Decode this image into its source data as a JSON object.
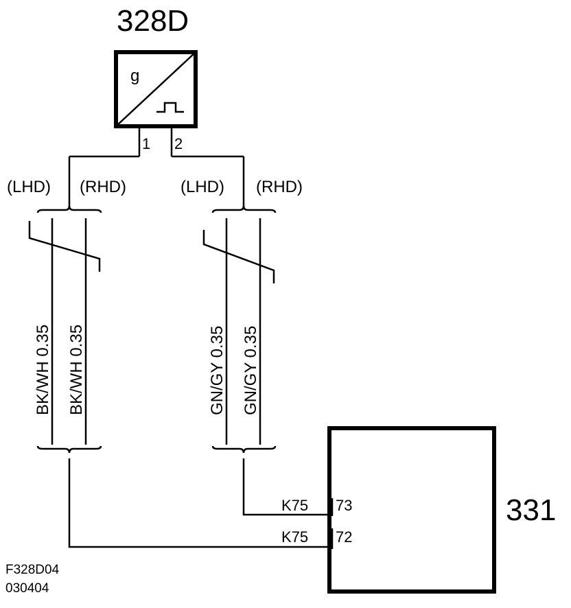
{
  "component_top": {
    "id": "328D",
    "symbol_letter": "g",
    "pins": [
      "1",
      "2"
    ]
  },
  "component_bottom": {
    "id": "331",
    "connector": "K75",
    "pins": [
      "73",
      "72"
    ]
  },
  "variants": {
    "lhd": "(LHD)",
    "rhd": "(RHD)"
  },
  "wires": {
    "pin1_lhd": "BK/WH  0.35",
    "pin1_rhd": "BK/WH  0.35",
    "pin2_lhd": "GN/GY  0.35",
    "pin2_rhd": "GN/GY  0.35"
  },
  "footer": {
    "code": "F328D04",
    "date": "030404"
  }
}
